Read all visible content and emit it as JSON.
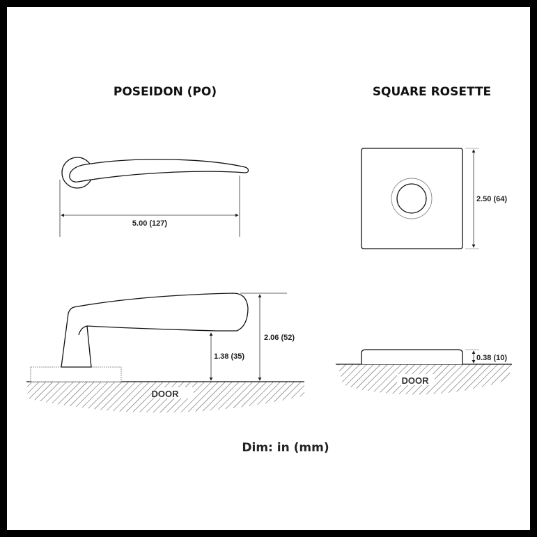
{
  "left_title": "POSEIDON (PO)",
  "right_title": "SQUARE ROSETTE",
  "lever_length": "5.00 (127)",
  "lever_clearance": "1.38 (35)",
  "lever_projection": "2.06 (52)",
  "rosette_size": "2.50 (64)",
  "rosette_thickness": "0.38 (10)",
  "door_label_left": "DOOR",
  "door_label_right": "DOOR",
  "units_note": "Dim: in (mm)"
}
